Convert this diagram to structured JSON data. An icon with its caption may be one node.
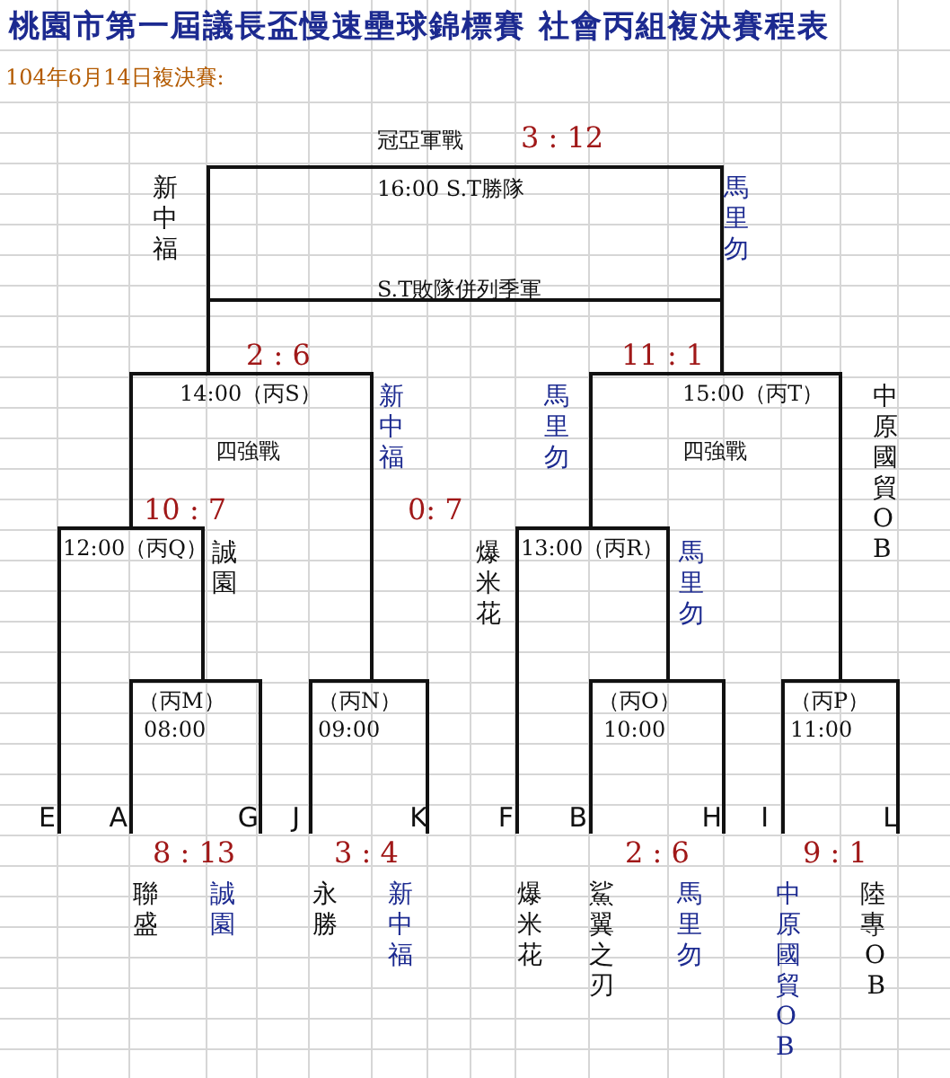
{
  "diagram": {
    "title": "桃園市第一屆議長盃慢速壘球錦標賽 社會丙組複決賽程表",
    "caption": "104年6月14日複決賽:",
    "nodes": [
      {
        "text": [
          "冠亞軍戰",
          "16:00 S.T勝隊",
          "S.T敗隊併列季軍"
        ],
        "beside": [
          "3 : 12"
        ]
      },
      {
        "text": [
          "14:00（丙S）",
          "四強戰"
        ],
        "beside": [
          "2 : 6"
        ]
      },
      {
        "text": [
          "15:00（丙T）",
          "四強戰"
        ],
        "beside": [
          "11 : 1"
        ]
      },
      {
        "text": [
          "12:00（丙Q）"
        ],
        "beside": [
          "10 : 7"
        ]
      },
      {
        "text": [
          "（丙M）",
          "08:00"
        ]
      },
      {
        "text": [
          "（丙N）",
          "09:00"
        ]
      },
      {
        "text": [
          "13:00（丙R）"
        ],
        "beside": [
          "0: 7"
        ]
      },
      {
        "text": [
          "（丙O）",
          "10:00"
        ]
      },
      {
        "text": [
          "（丙P）",
          "11:00"
        ]
      },
      {
        "text": [
          "E"
        ]
      },
      {
        "text": [
          "A"
        ]
      },
      {
        "text": [
          "G"
        ]
      },
      {
        "text": [
          "J"
        ]
      },
      {
        "text": [
          "K"
        ]
      },
      {
        "text": [
          "F"
        ]
      },
      {
        "text": [
          "B"
        ]
      },
      {
        "text": [
          "H"
        ]
      },
      {
        "text": [
          "I"
        ]
      },
      {
        "text": [
          "L"
        ]
      }
    ],
    "edges": [
      {
        "from": 0,
        "to": 1,
        "arrow": "none"
      },
      {
        "from": 0,
        "to": 2,
        "arrow": "none"
      },
      {
        "from": 1,
        "to": 3,
        "arrow": "none"
      },
      {
        "from": 1,
        "to": 5,
        "arrow": "none"
      },
      {
        "from": 3,
        "to": 9,
        "arrow": "none"
      },
      {
        "from": 3,
        "to": 4,
        "arrow": "none"
      },
      {
        "from": 4,
        "to": 10,
        "arrow": "none"
      },
      {
        "from": 4,
        "to": 11,
        "arrow": "none"
      },
      {
        "from": 5,
        "to": 12,
        "arrow": "none"
      },
      {
        "from": 5,
        "to": 13,
        "arrow": "none"
      },
      {
        "from": 2,
        "to": 6,
        "arrow": "none"
      },
      {
        "from": 2,
        "to": 8,
        "arrow": "none"
      },
      {
        "from": 6,
        "to": 14,
        "arrow": "none"
      },
      {
        "from": 6,
        "to": 7,
        "arrow": "none"
      },
      {
        "from": 7,
        "to": 15,
        "arrow": "none"
      },
      {
        "from": 7,
        "to": 16,
        "arrow": "none"
      },
      {
        "from": 8,
        "to": 17,
        "arrow": "none"
      },
      {
        "from": 8,
        "to": 18,
        "arrow": "none"
      }
    ],
    "labels": [
      "新中福",
      "馬里勿",
      "新中福",
      "馬里勿",
      "中原國貿OB",
      "誠園",
      "爆米花",
      "馬里勿",
      "8 : 13",
      "3 : 4",
      "2 : 6",
      "9 : 1",
      "聯盛",
      "誠園",
      "永勝",
      "新中福",
      "爆米花",
      "鯊翼之刃",
      "馬里勿",
      "中原國貿OB",
      "陸專OB"
    ]
  }
}
